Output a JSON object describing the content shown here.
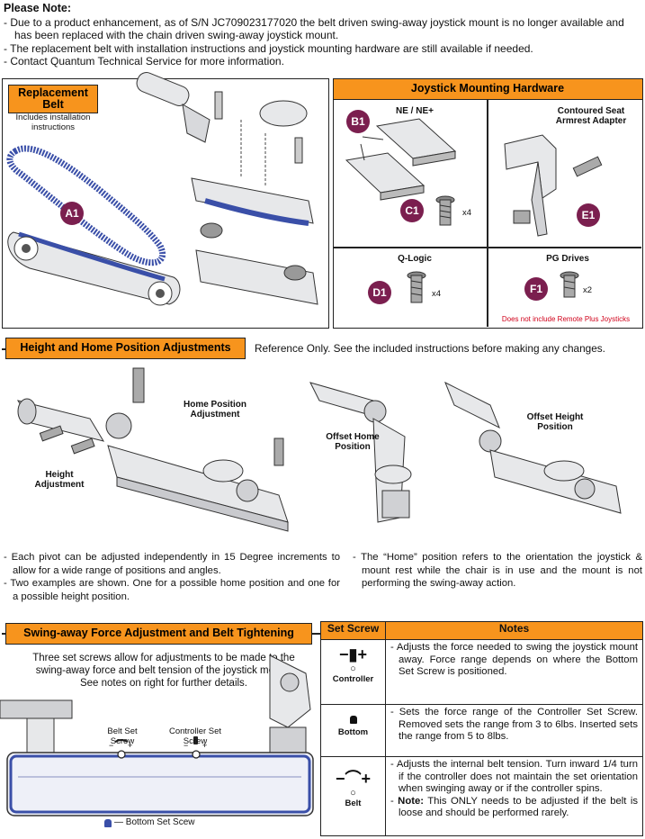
{
  "note": {
    "heading": "Please Note:",
    "bullets": [
      "- Due to a product enhancement, as of S/N JC709023177020 the belt driven swing-away joystick mount is no longer available and has been replaced with the chain driven swing-away joystick mount.",
      "- The replacement belt with installation instructions and joystick mounting hardware are still available if needed.",
      "- Contact Quantum Technical Service for more information."
    ]
  },
  "replacement": {
    "title": "Replacement Belt",
    "subtitle": "Includes installation instructions",
    "badge": "A1"
  },
  "hardware": {
    "title": "Joystick Mounting Hardware",
    "ne_label": "NE / NE+",
    "contoured_label": "Contoured Seat Armrest Adapter",
    "qlogic_label": "Q-Logic",
    "pg_label": "PG Drives",
    "pg_note": "Does not include Remote Plus Joysticks",
    "badges": {
      "b1": "B1",
      "c1": "C1",
      "d1": "D1",
      "e1": "E1",
      "f1": "F1"
    },
    "qty_c1": "x4",
    "qty_d1": "x4",
    "qty_f1": "x2"
  },
  "height": {
    "title": "Height and Home Position Adjustments",
    "reference": "Reference Only. See the included instructions before making any changes.",
    "home_label": "Home Position Adjustment",
    "height_label": "Height Adjustment",
    "offset_home": "Offset Home Position",
    "offset_height": "Offset Height Position",
    "left_text": [
      "- Each pivot can be adjusted independently in 15 Degree increments to allow for a wide range of positions and angles.",
      "- Two examples are shown. One for a possible home position and one for a possible height position."
    ],
    "right_text": "- The “Home” position refers to the orientation the joystick & mount rest while the chair is in use and the mount is not performing the swing-away action."
  },
  "swing": {
    "title": "Swing-away Force Adjustment and Belt Tightening",
    "desc": "Three set screws allow for adjustments to be made to the swing-away force and belt tension of the joystick mount. See notes on right for further details.",
    "belt_label": "Belt Set Screw",
    "controller_label": "Controller Set Screw",
    "bottom_label": "— Bottom Set Scew"
  },
  "notes_table": {
    "col1": "Set Screw",
    "col2": "Notes",
    "rows": [
      {
        "name": "Controller",
        "text": "- Adjusts the force needed to swing the joystick mount away. Force range depends on where the Bottom Set Screw is positioned."
      },
      {
        "name": "Bottom",
        "text": "- Sets the force range of the Controller Set Screw. Removed sets the range from 3 to 6lbs. Inserted sets the range from 5 to 8lbs."
      },
      {
        "name": "Belt",
        "text": "- Adjusts the internal belt tension. Turn inward 1/4 turn if the controller does not maintain the set orientation when swinging away or if the controller spins.",
        "note_label": "Note:",
        "note_text": "This ONLY needs to be adjusted if the belt is loose and should be performed rarely."
      }
    ]
  },
  "colors": {
    "accent": "#f7941d",
    "badge": "#7b1f4f",
    "belt": "#3a4fa8",
    "warning": "#d0021b"
  }
}
